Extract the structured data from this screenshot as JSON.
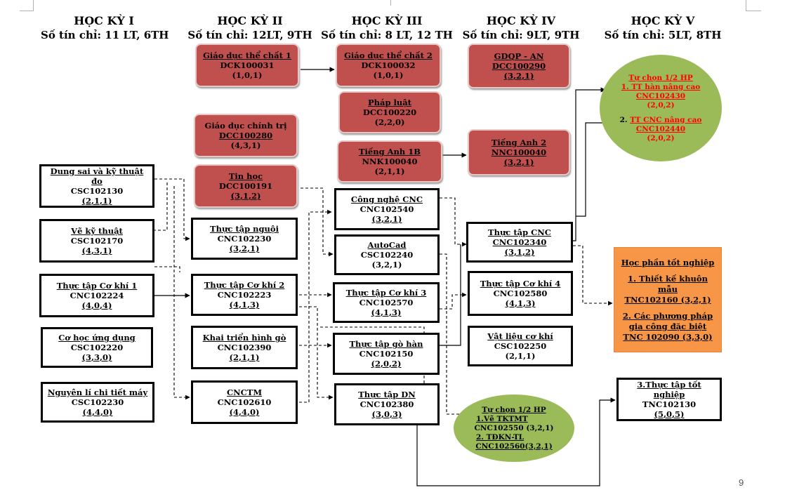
{
  "semesters": [
    {
      "title": "HỌC KỲ I",
      "credits": "Số tín chỉ: 11 LT, 6TH"
    },
    {
      "title": "HỌC KỲ II",
      "credits": "Số tín chỉ: 12LT, 9TH"
    },
    {
      "title": "HỌC KỲ III",
      "credits": "Số tín chỉ: 8 LT, 12 TH"
    },
    {
      "title": "HỌC KỲ IV",
      "credits": "Số tín chỉ: 9LT, 9TH"
    },
    {
      "title": "HỌC KỲ V",
      "credits": "Số tín chỉ: 5LT, 8TH"
    }
  ],
  "courses": {
    "dung_sai": {
      "name": "Dung sai và kỹ thuật đo",
      "code": "CSC102130",
      "credits": "(2,1,1)"
    },
    "ve_ky_thuat": {
      "name": "Vẽ kỹ thuật",
      "code": "CSC102170",
      "credits": "(4,3,1)"
    },
    "tt_co_khi_1": {
      "name": "Thực tập Cơ khí 1",
      "code": "CNC102224",
      "credits": "(4,0,4)"
    },
    "co_hoc_ung_dung": {
      "name": "Cơ học ứng dụng",
      "code": "CSC102220",
      "credits": "(3,3,0)"
    },
    "nguyen_li_ctm": {
      "name": "Nguyên lí chi tiết máy",
      "code": "CSC102230",
      "credits": "(4,4,0)"
    },
    "gdtc1": {
      "name": "Giáo dục thể chất 1",
      "code": "DCK100031",
      "credits": "(1,0,1)"
    },
    "gd_chinh_tri": {
      "name": "Giáo dục chính trị",
      "code": "DCC100280",
      "credits": "(4,3,1)"
    },
    "tin_hoc": {
      "name": "Tin học",
      "code": "DCC100191",
      "credits": "(3,1,2)"
    },
    "tt_nguoi": {
      "name": "Thực tập nguội",
      "code": "CNC102230",
      "credits": "(3,2,1)"
    },
    "tt_co_khi_2": {
      "name": "Thực tập Cơ khí 2",
      "code": "CNC102223",
      "credits": "(4,1,3)"
    },
    "khai_trien": {
      "name": "Khai triển hình gò",
      "code": "CNC102390",
      "credits": "(2,1,1)"
    },
    "cnctm": {
      "name": "CNCTM",
      "code": "CNC102610",
      "credits": "(4,4,0)"
    },
    "gdtc2": {
      "name": "Giáo dục thể chất 2",
      "code": "DCK100032",
      "credits": "(1,0,1)"
    },
    "phap_luat": {
      "name": "Pháp luật",
      "code": "DCC100220",
      "credits": "(2,2,0)"
    },
    "tieng_anh_1b": {
      "name": "Tiếng Anh 1B",
      "code": "NNK100040",
      "credits": "(2,1,1)"
    },
    "cong_nghe_cnc": {
      "name": "Công nghệ CNC",
      "code": "CNC102540",
      "credits": "(3,2,1)"
    },
    "autocad": {
      "name": "AutoCad",
      "code": "CSC102240",
      "credits": "(3,2,1)"
    },
    "tt_co_khi_3": {
      "name": "Thực tập Cơ khí 3",
      "code": "CNC102570",
      "credits": "(4,1,3)"
    },
    "tt_go_han": {
      "name": "Thực tập gò hàn",
      "code": "CNC102150",
      "credits": "(2,0,2)"
    },
    "tt_dn": {
      "name": "Thực tập DN",
      "code": "CNC102380",
      "credits": "(3,0,3)"
    },
    "gdqp": {
      "name": "GDQP - AN",
      "code": "DCC100290",
      "credits": "(3,2,1)"
    },
    "tieng_anh_2": {
      "name": "Tiếng Anh 2",
      "code": "NNC100040",
      "credits": "(3,2,1)"
    },
    "tt_cnc": {
      "name": "Thực tập CNC",
      "code": "CNC102340",
      "credits": "(3,1,2)"
    },
    "tt_co_khi_4": {
      "name": "Thực tập Cơ khí 4",
      "code": "CNC102580",
      "credits": "(4,1,3)"
    },
    "vat_lieu": {
      "name": "Vật liệu cơ khí",
      "code": "CSC102250",
      "credits": "(2,1,1)"
    },
    "tt_tot_nghiep": {
      "name": "3.Thực tập tốt nghiệp",
      "code": "TNC102130",
      "credits": "(5,0,5)"
    }
  },
  "elective_v": {
    "title": "Tự chọn 1/2 HP",
    "item1": "1. TT hàn nâng cao",
    "item1_code": "CNC102430",
    "item1_credits": "(2,0,2)",
    "item2_num": "2.",
    "item2": "TT CNC nâng cao",
    "item2_code": "CNC102440",
    "item2_credits": "(2,0,2)"
  },
  "elective_iv": {
    "title": "Tự chọn 1/2 HP",
    "item1": "1.Vẽ TKTMT",
    "item1_code": "CNC102550 (3,2,1)",
    "item2": "2. TĐKN-TL",
    "item2_code": "CNC102560(3,2,1)"
  },
  "graduation": {
    "title": "Học phần tốt nghiệp",
    "item1": "1. Thiết kế khuôn mẫu",
    "item1_code": "TNC102160 (3,2,1)",
    "item2_a": "2. Các phương pháp",
    "item2_b": "gia công đặc biệt",
    "item2_code": "TNC 102090 (3,3,0)"
  },
  "page_number": "9",
  "colors": {
    "red_box": "#c0504d",
    "green_ellipse": "#9bbb59",
    "orange_box": "#f79646"
  }
}
